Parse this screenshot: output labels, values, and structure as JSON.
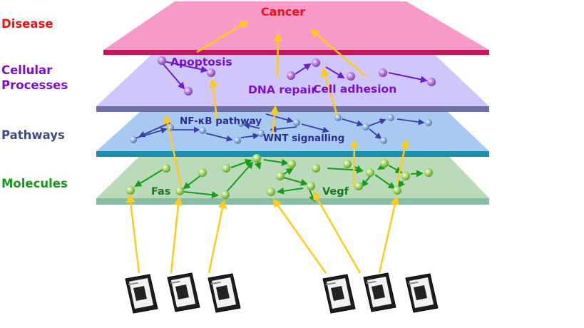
{
  "levels": {
    "disease": {
      "label": "Disease",
      "color": "#ee1111"
    },
    "cellular": {
      "line1": "Cellular",
      "line2": "Processes",
      "color": "#7a10c8"
    },
    "pathways": {
      "label": "Pathways",
      "color": "#3c4f80"
    },
    "molecules": {
      "label": "Molecules",
      "color": "#16981c"
    }
  },
  "labels": {
    "cancer": "Cancer",
    "apoptosis": "Apoptosis",
    "dna_repair": "DNA repair",
    "cell_adhesion": "Cell adhesion",
    "nfkb": "NF-κB pathway",
    "wnt": "WNT signalling",
    "fas": "Fas",
    "vegf": "Vegf"
  },
  "colors": {
    "disease_plane": "#f79ac8",
    "cellular_plane": "#cfc6fb",
    "pathways_plane": "#a8c9f2",
    "molecules_plane": "#b9dbb9",
    "feedback_arrow": "#ffcc1a",
    "cellular_node": "#a05ad2",
    "pathway_node": "#6f94c8",
    "molecule_node": "#7fc24a",
    "cellular_arrow": "#6a1fc8",
    "pathway_arrow": "#3b3fa3",
    "molecule_arrow": "#169c1a"
  },
  "microarray_count": 6
}
